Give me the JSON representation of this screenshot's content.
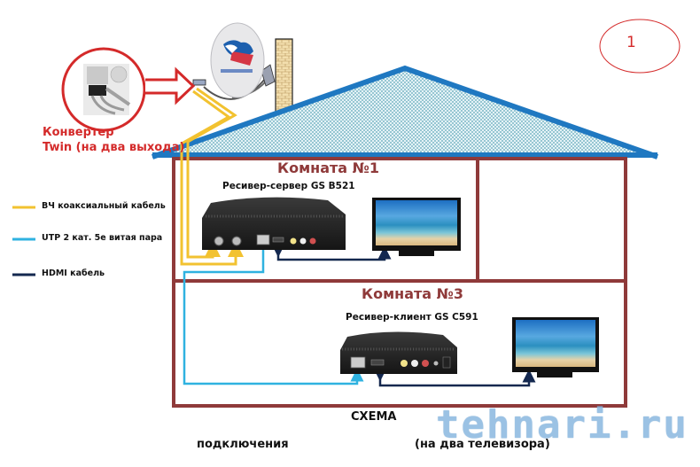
{
  "page_number": "1",
  "converter": {
    "label_line1": "Конвертер",
    "label_line2": "Twin (на два выхода)"
  },
  "legend": {
    "items": [
      {
        "label": "ВЧ коаксиальный кабель",
        "color": "#f2c230",
        "icon": "coax-cable-line-icon"
      },
      {
        "label": "UTP 2 кат. 5е витая пара",
        "color": "#2fb2e0",
        "icon": "utp-cable-line-icon"
      },
      {
        "label": "HDMI кабель",
        "color": "#14284f",
        "icon": "hdmi-cable-line-icon"
      }
    ]
  },
  "rooms": {
    "room1": {
      "title": "Комната №1",
      "device_label": "Ресивер-сервер GS B521"
    },
    "room3": {
      "title": "Комната №3",
      "device_label": "Ресивер-клиент GS C591"
    }
  },
  "caption": {
    "line1": "СХЕМА",
    "line2a": "подключения",
    "line2b": "(на два телевизора)"
  },
  "watermark": "tehnari.ru",
  "colors": {
    "roof": "#1f78c1",
    "roof_fill": "#cfe6ee",
    "walls": "#8f3a3a",
    "coax": "#f2c230",
    "utp": "#2fb2e0",
    "hdmi": "#14284f",
    "arrow": "#d42a2a"
  }
}
